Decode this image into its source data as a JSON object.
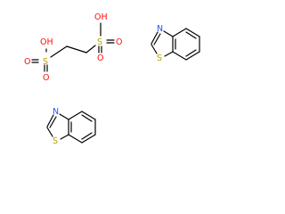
{
  "molecules": {
    "sulfonic_acid": {
      "atoms": {
        "oh_left": "OH",
        "s_left": "S",
        "o_left_top": "O",
        "o_left_bottom": "O",
        "oh_right": "OH",
        "s_right": "S",
        "o_right_top": "O",
        "o_right_bottom": "O"
      }
    },
    "benzothiazole_top": {
      "atoms": {
        "n": "N",
        "s": "S"
      }
    },
    "benzothiazole_bottom": {
      "atoms": {
        "n": "N",
        "s": "S"
      }
    }
  },
  "colors": {
    "bond": "#000000",
    "oxygen": "#ff0d0d",
    "sulfur": "#b5a300",
    "nitrogen": "#3050f8"
  }
}
